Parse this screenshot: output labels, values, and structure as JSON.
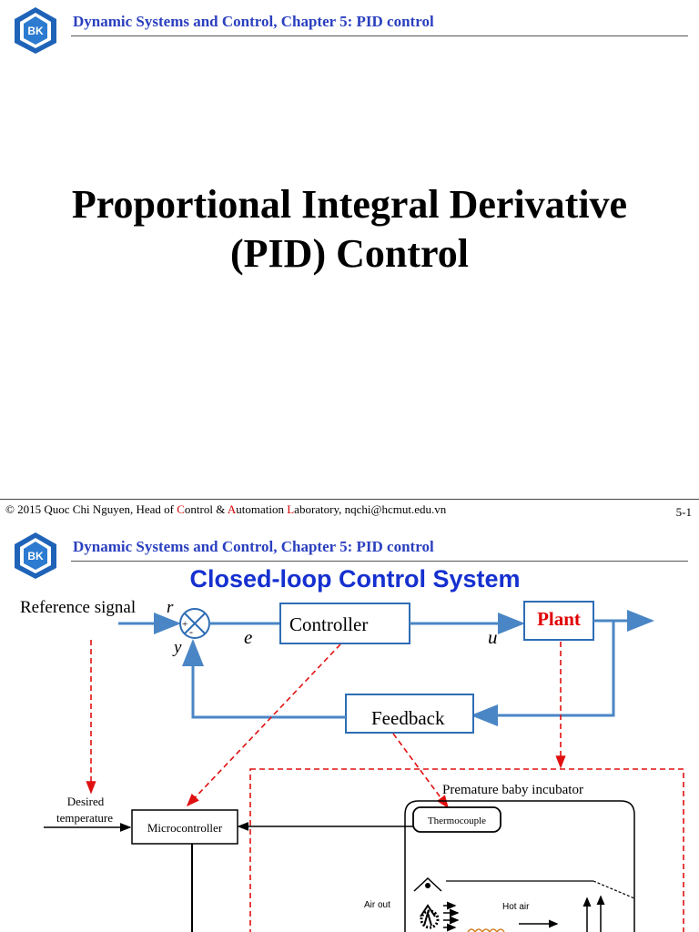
{
  "header": {
    "logo_text": "BK",
    "title": "Dynamic Systems and Control, Chapter 5: PID control"
  },
  "slide1": {
    "title_line1": "Proportional Integral Derivative",
    "title_line2": "(PID) Control"
  },
  "footer": {
    "copyright_prefix": "© 2015 Quoc Chi Nguyen, Head of ",
    "c_letter": "C",
    "ontrol": "ontrol & ",
    "a_letter": "A",
    "utomation": "utomation ",
    "l_letter": "L",
    "aboratory": "aboratory, nqchi@hcmut.edu.vn",
    "page_number": "5-1"
  },
  "slide2": {
    "title": "Closed-loop Control System",
    "reference_label": "Reference signal",
    "r_symbol": "r",
    "y_symbol": "y",
    "e_symbol": "e",
    "u_symbol": "u",
    "plus_sign": "+",
    "minus_sign": "-",
    "controller_label": "Controller",
    "plant_label": "Plant",
    "feedback_label": "Feedback",
    "incubator_label": "Premature baby incubator",
    "desired_line1": "Desired",
    "desired_line2": "temperature",
    "microcontroller_label": "Microcontroller",
    "thermocouple_label": "Thermocouple",
    "air_out_label": "Air out",
    "hot_air_label": "Hot air"
  },
  "colors": {
    "header_blue": "#2a3fbf",
    "title_blue": "#1530d0",
    "block_blue": "#2e6db4",
    "line_blue": "#4a86c5",
    "plant_red": "#e00000",
    "dash_red": "#e01010"
  }
}
